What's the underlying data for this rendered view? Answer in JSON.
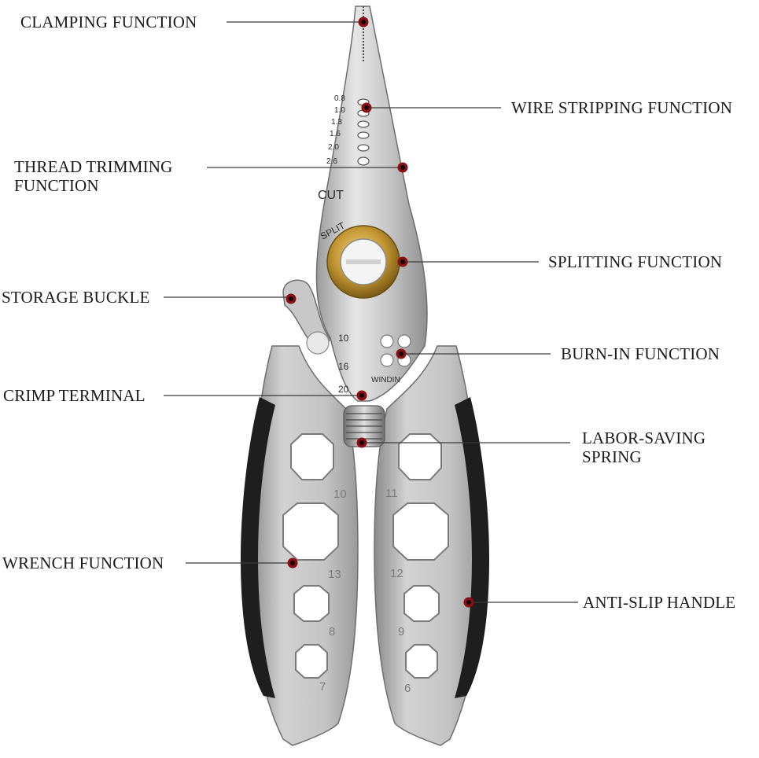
{
  "labels": {
    "clamping": "CLAMPING FUNCTION",
    "wire_stripping": "WIRE STRIPPING FUNCTION",
    "thread_trimming_1": "THREAD TRIMMING",
    "thread_trimming_2": "FUNCTION",
    "splitting": "SPLITTING FUNCTION",
    "storage_buckle": "STORAGE BUCKLE",
    "burn_in": "BURN-IN FUNCTION",
    "crimp_terminal": "CRIMP TERMINAL",
    "labor_saving_1": "LABOR-SAVING",
    "labor_saving_2": "SPRING",
    "wrench": "WRENCH FUNCTION",
    "anti_slip": "ANTI-SLIP HANDLE"
  },
  "tool_markings": {
    "strip_gauges": [
      "0.8",
      "1.0",
      "1.3",
      "1.6",
      "2.0",
      "2.6"
    ],
    "cut": "CUT",
    "split": "SPLIT",
    "crimp_sizes": [
      "10",
      "16",
      "20"
    ],
    "winding": "WINDIN",
    "hex_left": [
      "10",
      "13",
      "8",
      "7"
    ],
    "hex_right": [
      "11",
      "12",
      "9",
      "6"
    ]
  },
  "colors": {
    "steel": "#b9b9b9",
    "steel_dark": "#8e8e8e",
    "grip": "#1e1e1e",
    "brass": "#b88a2a",
    "marker": "#8a0f14"
  }
}
